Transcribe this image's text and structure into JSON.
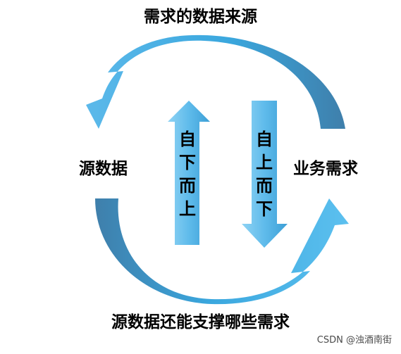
{
  "labels": {
    "top": "需求的数据来源",
    "left": "源数据",
    "right": "业务需求",
    "bottom": "源数据还能支撑哪些需求"
  },
  "arrows": {
    "up": {
      "chars": [
        "自",
        "下",
        "而",
        "上"
      ]
    },
    "down": {
      "chars": [
        "自",
        "上",
        "而",
        "下"
      ]
    }
  },
  "watermark": "CSDN @浊酒南街",
  "colors": {
    "arrow_light": "#6cc4ee",
    "arrow_mid": "#3aa7de",
    "arrow_dark": "#3a7fae"
  }
}
